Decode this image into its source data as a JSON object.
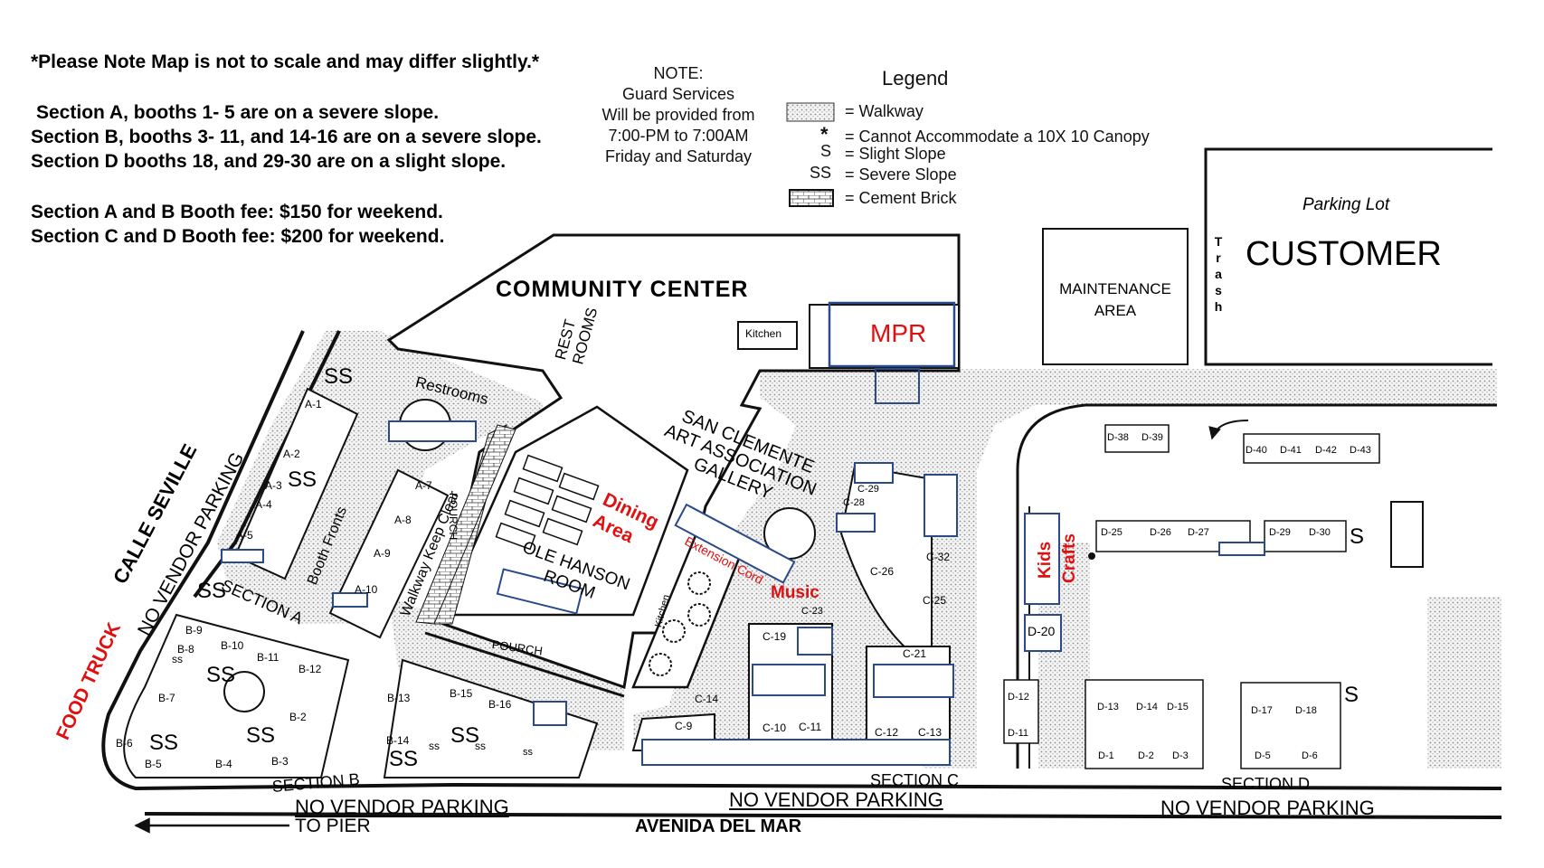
{
  "notes": {
    "disclaimer": "*Please Note Map is not to scale and may differ slightly.*",
    "slope_a": "Section A, booths 1- 5 are on a severe slope.",
    "slope_b": "Section B, booths 3- 11, and  14-16 are on a severe slope.",
    "slope_d": "Section D booths 18, and 29-30 are on a slight slope.",
    "fee_ab": "Section A and B Booth fee: $150 for weekend.",
    "fee_cd": "Section C and D Booth fee: $200 for weekend."
  },
  "guard_note": {
    "l1": "NOTE:",
    "l2": "Guard Services",
    "l3": "Will be provided from",
    "l4": "7:00-PM to 7:00AM",
    "l5": "Friday and Saturday"
  },
  "legend": {
    "title": "Legend",
    "walkway": "= Walkway",
    "canopy_symbol": "*",
    "canopy": "= Cannot Accommodate a 10X 10 Canopy",
    "slight_symbol": "S",
    "slight": "= Slight Slope",
    "severe_symbol": "SS",
    "severe": "= Severe Slope",
    "brick": "= Cement Brick"
  },
  "labels": {
    "community_center": "COMMUNITY CENTER",
    "kitchen": "Kitchen",
    "kitchen2": "Kitchen",
    "mpr": "MPR",
    "maintenance_1": "MAINTENANCE",
    "maintenance_2": "AREA",
    "trash": [
      "T",
      "r",
      "a",
      "s",
      "h"
    ],
    "parking_lot": "Parking Lot",
    "customer": "CUSTOMER",
    "rest_rooms_1": "REST",
    "rest_rooms_2": "ROOMS",
    "restrooms": "Restrooms",
    "gallery_1": "SAN CLEMENTE",
    "gallery_2": "ART ASSOCIATION",
    "gallery_3": "GALLERY",
    "dining_1": "Dining",
    "dining_2": "Area",
    "extension_cord": "Extension Cord",
    "music": "Music",
    "ole_1": "OLE HANSON",
    "ole_2": "ROOM",
    "pourch_1": "POURCH",
    "pourch_2": "POURCH",
    "walkway_keep_clear": "Walkway Keep Clear",
    "booth_fronts": "Booth Fronts",
    "calle_seville": "CALLE SEVILLE",
    "no_vendor_parking_left": "NO VENDOR PARKING",
    "food_truck": "FOOD TRUCK",
    "kids": "Kids",
    "crafts": "Crafts",
    "section_a": "SECTION A",
    "section_b": "SECTION B",
    "section_c": "SECTION  C",
    "section_d": "SECTION  D",
    "nvp_b": "NO VENDOR PARKING",
    "nvp_c": "NO VENDOR PARKING",
    "nvp_d": "NO VENDOR PARKING",
    "to_pier": "TO PIER",
    "avenida": "AVENIDA DEL MAR",
    "ss": "SS",
    "ss_small": "ss",
    "s": "S"
  },
  "booths": {
    "a": [
      "A-1",
      "A-2",
      "A-3",
      "A-4",
      "A-5",
      "A-7",
      "A-8",
      "A-9",
      "A-10"
    ],
    "b": [
      "B-9",
      "B-10",
      "B-11",
      "B-12",
      "B-8",
      "B-7",
      "B-2",
      "B-6",
      "B-5",
      "B-4",
      "B-3",
      "B-13",
      "B-15",
      "B-16",
      "B-14"
    ],
    "c": [
      "C-29",
      "C-28",
      "C-26",
      "C-32",
      "C-25",
      "C-23",
      "C-19",
      "C-21",
      "C-14",
      "C-9",
      "C-10",
      "C-11",
      "C-12",
      "C-13"
    ],
    "d": [
      "D-38",
      "D-39",
      "D-40",
      "D-41",
      "D-42",
      "D-43",
      "D-25",
      "D-26",
      "D-27",
      "D-29",
      "D-30",
      "D-20",
      "D-12",
      "D-11",
      "D-13",
      "D-14",
      "D-15",
      "D-17",
      "D-18",
      "D-1",
      "D-2",
      "D-3",
      "D-5",
      "D-6"
    ]
  },
  "colors": {
    "accent_red": "#e01010",
    "box_blue": "#2b4a8a",
    "ink": "#111111"
  }
}
